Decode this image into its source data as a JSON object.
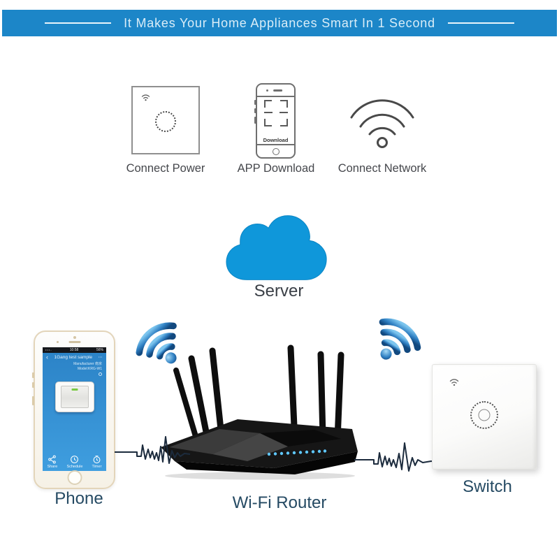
{
  "banner": {
    "text": "It Makes Your Home Appliances Smart In 1 Second",
    "bg_color": "#1c86c8",
    "text_color": "#d9edf8"
  },
  "steps": [
    {
      "label": "Connect Power"
    },
    {
      "label": "APP Download",
      "phone_screen_text": "Download"
    },
    {
      "label": "Connect Network"
    }
  ],
  "server": {
    "label": "Server",
    "cloud_color": "#0f97da"
  },
  "phone": {
    "label": "Phone",
    "status_bar": {
      "time": "10:58",
      "battery": "56%"
    },
    "app": {
      "back_glyph": "‹",
      "title": "1Gang test sample",
      "menu_glyph": "⋯",
      "manufacturer": "Manufacturer 南京",
      "model": "Model:KRG-W1",
      "toolbar": [
        {
          "label": "Share"
        },
        {
          "label": "Schedule"
        },
        {
          "label": "Timer"
        }
      ]
    }
  },
  "router": {
    "label": "Wi-Fi Router"
  },
  "switch": {
    "label": "Switch"
  },
  "colors": {
    "wifi_signal_light": "#7cc5ee",
    "wifi_signal_dark": "#155a9c",
    "device_label": "#254a63",
    "step_label": "#45474c",
    "led_blue": "#5fc8ff"
  }
}
